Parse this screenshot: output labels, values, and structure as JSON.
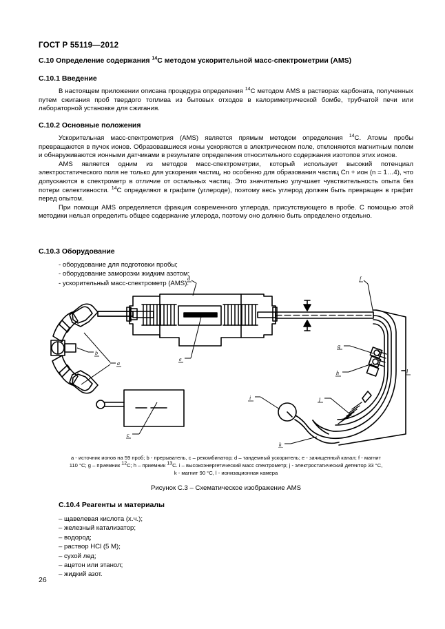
{
  "document": {
    "header": "ГОСТ Р 55119—2012",
    "page_number": "26"
  },
  "sections": {
    "s10": {
      "heading_pre": "C.10 Определение содержания ",
      "heading_sup": "14",
      "heading_post": "C методом ускорительной масс-спектрометрии (AMS)"
    },
    "s101": {
      "heading": "C.10.1 Введение",
      "p1_a": "В настоящем приложении описана процедура определения ",
      "p1_sup": "14",
      "p1_b": "C методом AMS в растворах карбоната, полученных путем сжигания проб твердого топлива из бытовых отходов в калориметрической бомбе, трубчатой печи или лабораторной установке для сжигания."
    },
    "s102": {
      "heading": "C.10.2 Основные положения",
      "p1_a": "Ускорительная масс-спектрометрия (AMS) является прямым методом определения ",
      "p1_sup": "14",
      "p1_b": "C. Атомы пробы превращаются в пучок ионов. Образовавшиеся ионы ускоряются в электрическом поле, отклоняются магнитным полем и обнаруживаются ионными датчиками в результате определения относительного содержания изотопов этих ионов.",
      "p2_a": "AMS является одним из методов масс-спектрометрии, который использует высокий потенциал электростатического поля не только для ускорения частиц, но особенно для образования частиц Cn + ион (n = 1…4), что допускаются в спектрометр в отличие от остальных частиц. Это значительно улучшает чувствительность опыта без потери селективности. ",
      "p2_sup": "14",
      "p2_b": "C определяют в графите (углероде), поэтому весь углерод должен быть превращен в графит перед опытом.",
      "p3": "При помощи AMS определяется фракция современного углерода, присутствующего в пробе. С помощью этой методики нельзя определить общее содержание углерода, поэтому оно должно быть определено отдельно."
    },
    "s103": {
      "heading": "C.10.3 Оборудование",
      "items": [
        "- оборудование для подготовки пробы;",
        "- оборудование заморозки жидким азотом;",
        "- ускорительный масс-спектрометр (AMS)."
      ]
    },
    "s104": {
      "heading": "C.10.4 Реагенты и материалы",
      "items": [
        "– щавелевая кислота (х.ч.);",
        "– железный катализатор;",
        "– водород;",
        "– раствор HCl (5 M);",
        "– сухой лед;",
        "– ацетон или этанол;",
        "– жидкий азот."
      ]
    }
  },
  "figure": {
    "legend": {
      "line1_a": "a -  источник ионов на 59 проб; b - прерыватель, c – рекомбинатор; d – тандемный ускоритель; e - зачищенный канал; f - магнит",
      "line2_a": "110 °C; g – приемник ",
      "line2_sup1": "12",
      "line2_b": "C; h – приемник ",
      "line2_sup2": "13",
      "line2_c": "C. i – высокоэнергетический масс спектрометр; j - электростатический детектор 33 °C,",
      "line3": "k - магнит 90 °C, l - ионизационная камера"
    },
    "title": "Рисунок С.3 – Схематическое изображение AMS",
    "labels": {
      "a": "a",
      "b": "b",
      "c": "c",
      "d": "d",
      "e": "e",
      "f": "f",
      "g": "g",
      "h": "h",
      "i": "i",
      "j": "j",
      "k": "k",
      "l": "l"
    }
  }
}
